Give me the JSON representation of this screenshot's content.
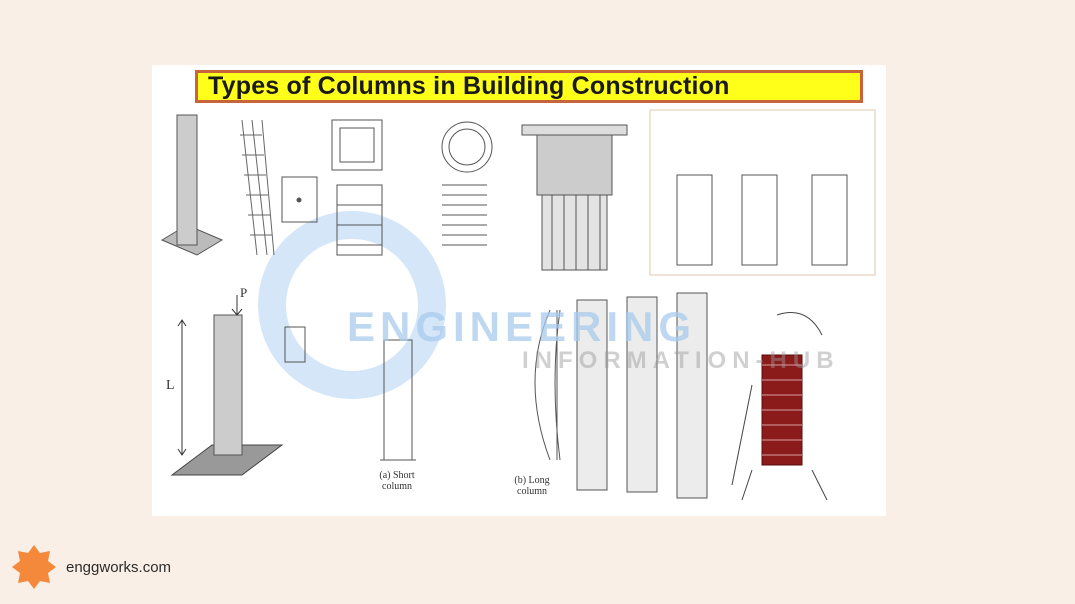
{
  "figure": {
    "title": "Types of Columns in Building Construction",
    "watermark_line1": "ENGINEERING",
    "watermark_line2": "INFORMATION-HUB",
    "labels": {
      "load": "P",
      "length": "L",
      "short_column": "(a) Short column",
      "long_column": "(b) Long column"
    },
    "colors": {
      "banner": "#ffff1a",
      "banner_border": "#c8643c",
      "formwork": "#8b1a1a"
    }
  },
  "brand": {
    "logo_icon": "orange-eight-point-star",
    "name": "enggworks.com",
    "color": "#f5893b"
  }
}
